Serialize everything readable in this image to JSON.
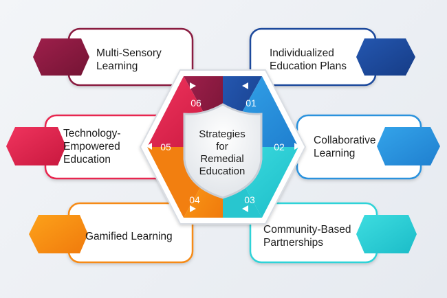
{
  "center": {
    "lines": [
      "Strategies",
      "for",
      "Remedial",
      "Education"
    ]
  },
  "items": [
    {
      "number": "01",
      "label_lines": [
        "Individualized",
        "Education Plans"
      ],
      "color": "#1e4a9c"
    },
    {
      "number": "02",
      "label_lines": [
        "Collaborative",
        "Learning"
      ],
      "color": "#2b92dd"
    },
    {
      "number": "03",
      "label_lines": [
        "Community-Based",
        "Partnerships"
      ],
      "color": "#2fd3d8"
    },
    {
      "number": "04",
      "label_lines": [
        "Gamified Learning"
      ],
      "color": "#f68a12"
    },
    {
      "number": "05",
      "label_lines": [
        "Technology-",
        "Empowered",
        "Education"
      ],
      "color": "#e8264f"
    },
    {
      "number": "06",
      "label_lines": [
        "Multi-Sensory",
        "Learning"
      ],
      "color": "#8a1a40"
    }
  ]
}
